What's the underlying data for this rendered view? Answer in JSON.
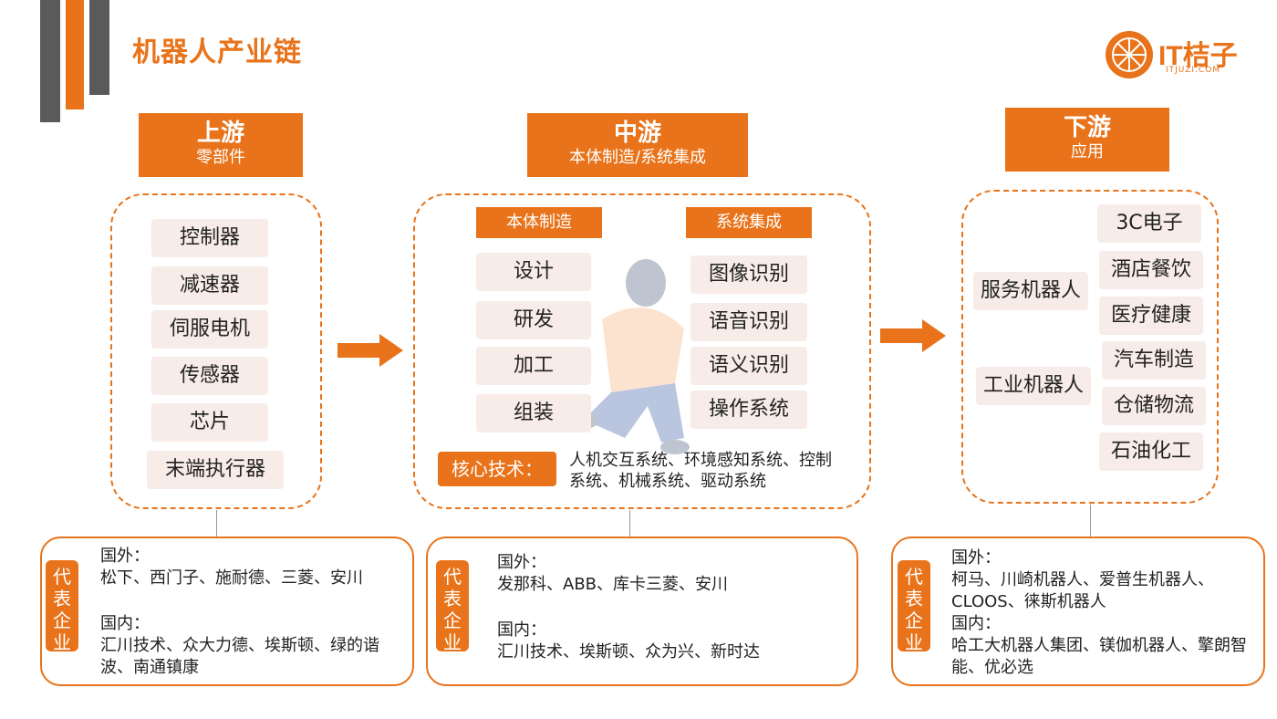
{
  "title": "机器人产业链",
  "logo": {
    "text": "IT桔子",
    "sub": "ITJUZI.COM"
  },
  "colors": {
    "accent": "#E8731A",
    "chip_bg": "#F7ECE7",
    "bar_gray": "#5A5A5A"
  },
  "upstream": {
    "title": "上游",
    "subtitle": "零部件",
    "items": [
      "控制器",
      "减速器",
      "伺服电机",
      "传感器",
      "芯片",
      "末端执行器"
    ],
    "rep_tag": [
      "代",
      "表",
      "企",
      "业"
    ],
    "foreign_label": "国外：",
    "foreign": "松下、西门子、施耐德、三菱、安川",
    "domestic_label": "国内：",
    "domestic": "汇川技术、众大力德、埃斯顿、绿的谐波、南通镇康"
  },
  "midstream": {
    "title": "中游",
    "subtitle": "本体制造/系统集成",
    "col1_head": "本体制造",
    "col1": [
      "设计",
      "研发",
      "加工",
      "组装"
    ],
    "col2_head": "系统集成",
    "col2": [
      "图像识别",
      "语音识别",
      "语义识别",
      "操作系统"
    ],
    "core_label": "核心技术：",
    "core_text": "人机交互系统、环境感知系统、控制系统、机械系统、驱动系统",
    "rep_tag": [
      "代",
      "表",
      "企",
      "业"
    ],
    "foreign_label": "国外：",
    "foreign": "发那科、ABB、库卡三菱、安川",
    "domestic_label": "国内：",
    "domestic": "汇川技术、埃斯顿、众为兴、新时达"
  },
  "downstream": {
    "title": "下游",
    "subtitle": "应用",
    "categories": [
      "服务机器人",
      "工业机器人"
    ],
    "items": [
      "3C电子",
      "酒店餐饮",
      "医疗健康",
      "汽车制造",
      "仓储物流",
      "石油化工"
    ],
    "rep_tag": [
      "代",
      "表",
      "企",
      "业"
    ],
    "foreign_label": "国外：",
    "foreign": "柯马、川崎机器人、爱普生机器人、CLOOS、徕斯机器人",
    "domestic_label": "国内：",
    "domestic": "哈工大机器人集团、镁伽机器人、擎朗智能、优必选"
  }
}
